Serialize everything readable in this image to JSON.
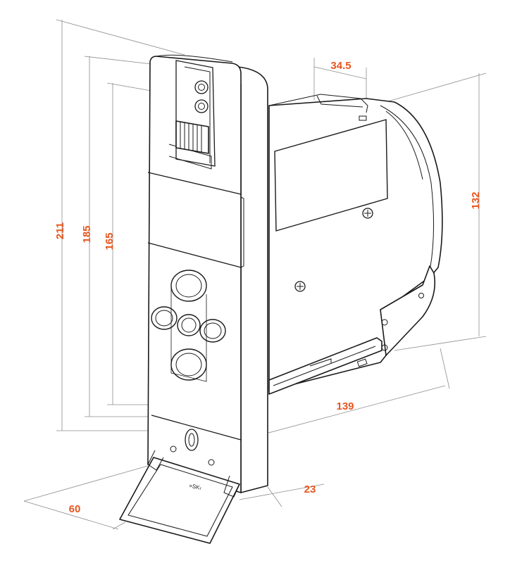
{
  "dimensions": {
    "height_total": "211",
    "height_mid": "185",
    "height_inner": "165",
    "top_width": "34.5",
    "side_height": "132",
    "depth": "139",
    "front_width": "60",
    "bottom_depth": "23"
  },
  "colors": {
    "dimension_text": "#e8561e",
    "outline": "#1a1a1a",
    "dimension_line": "#8c8c8c"
  },
  "label": {
    "base_marking": "»SK‹"
  }
}
